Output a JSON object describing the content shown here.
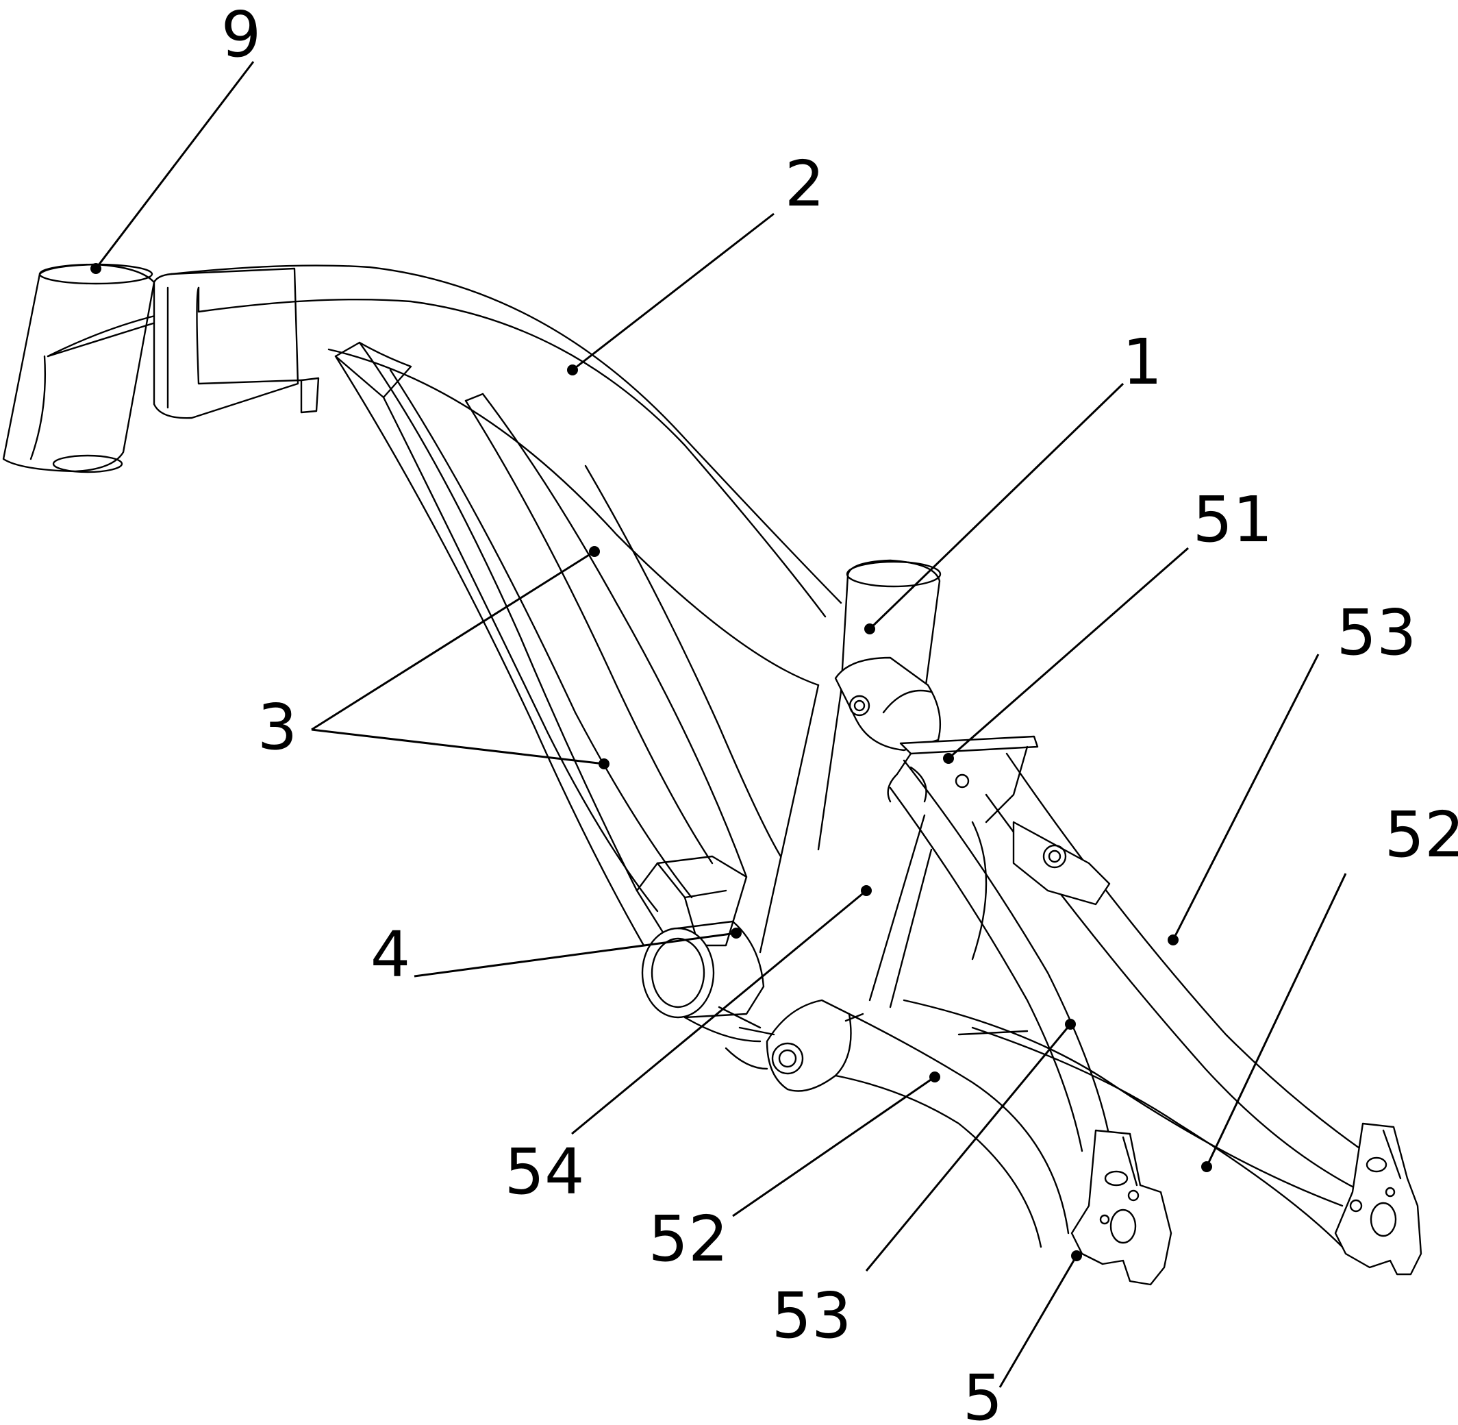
{
  "figure": {
    "reference_numerals": {
      "item_9": "9",
      "item_2": "2",
      "item_1": "1",
      "item_51": "51",
      "item_53_upper": "53",
      "item_52_right": "52",
      "item_3": "3",
      "item_4": "4",
      "item_54": "54",
      "item_52_lower": "52",
      "item_53_lower": "53",
      "item_5": "5"
    },
    "line_color": "#000000",
    "background_color": "#ffffff"
  }
}
